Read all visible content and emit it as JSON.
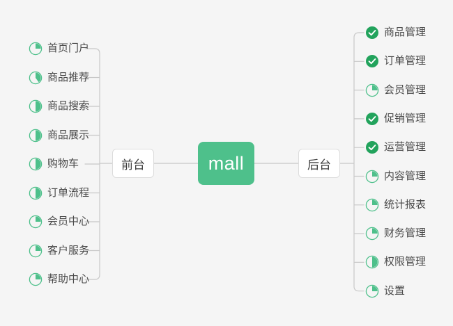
{
  "diagram": {
    "type": "mindmap",
    "background_color": "#f5f5f5",
    "accent_color": "#4ec08b",
    "done_color": "#22a35c",
    "line_color": "#c8c8c8",
    "root": {
      "label": "mall"
    },
    "branches": [
      {
        "id": "frontend",
        "label": "前台",
        "side": "left"
      },
      {
        "id": "backend",
        "label": "后台",
        "side": "right"
      }
    ]
  },
  "left_items": [
    {
      "label": "首页门户",
      "status": "progress",
      "progress": 25
    },
    {
      "label": "商品推荐",
      "status": "progress",
      "progress": 40
    },
    {
      "label": "商品搜索",
      "status": "progress",
      "progress": 50
    },
    {
      "label": "商品展示",
      "status": "progress",
      "progress": 50
    },
    {
      "label": "购物车",
      "status": "progress",
      "progress": 50
    },
    {
      "label": "订单流程",
      "status": "progress",
      "progress": 50
    },
    {
      "label": "会员中心",
      "status": "progress",
      "progress": 25
    },
    {
      "label": "客户服务",
      "status": "progress",
      "progress": 25
    },
    {
      "label": "帮助中心",
      "status": "progress",
      "progress": 25
    }
  ],
  "right_items": [
    {
      "label": "商品管理",
      "status": "done",
      "progress": 100
    },
    {
      "label": "订单管理",
      "status": "done",
      "progress": 100
    },
    {
      "label": "会员管理",
      "status": "progress",
      "progress": 25
    },
    {
      "label": "促销管理",
      "status": "done",
      "progress": 100
    },
    {
      "label": "运营管理",
      "status": "done",
      "progress": 100
    },
    {
      "label": "内容管理",
      "status": "progress",
      "progress": 25
    },
    {
      "label": "统计报表",
      "status": "progress",
      "progress": 25
    },
    {
      "label": "财务管理",
      "status": "progress",
      "progress": 25
    },
    {
      "label": "权限管理",
      "status": "progress",
      "progress": 50
    },
    {
      "label": "设置",
      "status": "progress",
      "progress": 25
    }
  ]
}
